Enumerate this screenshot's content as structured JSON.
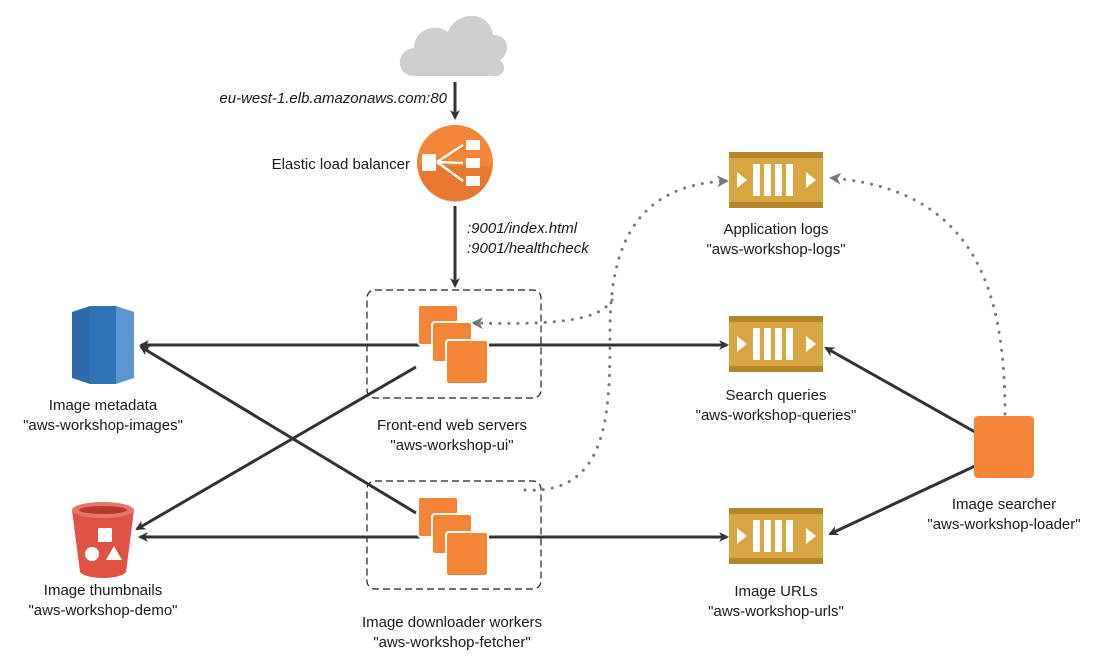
{
  "colors": {
    "aws_orange": "#f58536",
    "aws_orange_dark": "#d9672a",
    "queue_gold": "#d9a741",
    "queue_gold_dark": "#b58625",
    "db_blue": "#2e73b8",
    "bucket_red": "#e05243",
    "cloud_gray": "#cfcfcf",
    "edge": "#333333",
    "edge_dotted": "#777777"
  },
  "internet": {
    "icon": "cloud-icon",
    "endpoint_label": "eu-west-1.elb.amazonaws.com:80"
  },
  "load_balancer": {
    "icon": "elb-icon",
    "label": "Elastic load balancer"
  },
  "routes": {
    "index": ":9001/index.html",
    "health": ":9001/healthcheck"
  },
  "frontend": {
    "icon": "ec2-instances-icon",
    "title": "Front-end web servers",
    "name": "\"aws-workshop-ui\""
  },
  "fetcher": {
    "icon": "ec2-instances-icon",
    "title": "Image downloader workers",
    "name": "\"aws-workshop-fetcher\""
  },
  "searcher": {
    "icon": "ec2-instance-icon",
    "title": "Image searcher",
    "name": "\"aws-workshop-loader\""
  },
  "metadata": {
    "icon": "dynamodb-icon",
    "title": "Image metadata",
    "name": "\"aws-workshop-images\""
  },
  "thumbnails": {
    "icon": "s3-bucket-icon",
    "title": "Image thumbnails",
    "name": "\"aws-workshop-demo\""
  },
  "logs_queue": {
    "icon": "sqs-queue-icon",
    "title": "Application logs",
    "name": "\"aws-workshop-logs\""
  },
  "queries_queue": {
    "icon": "sqs-queue-icon",
    "title": "Search queries",
    "name": "\"aws-workshop-queries\""
  },
  "urls_queue": {
    "icon": "sqs-queue-icon",
    "title": "Image URLs",
    "name": "\"aws-workshop-urls\""
  }
}
